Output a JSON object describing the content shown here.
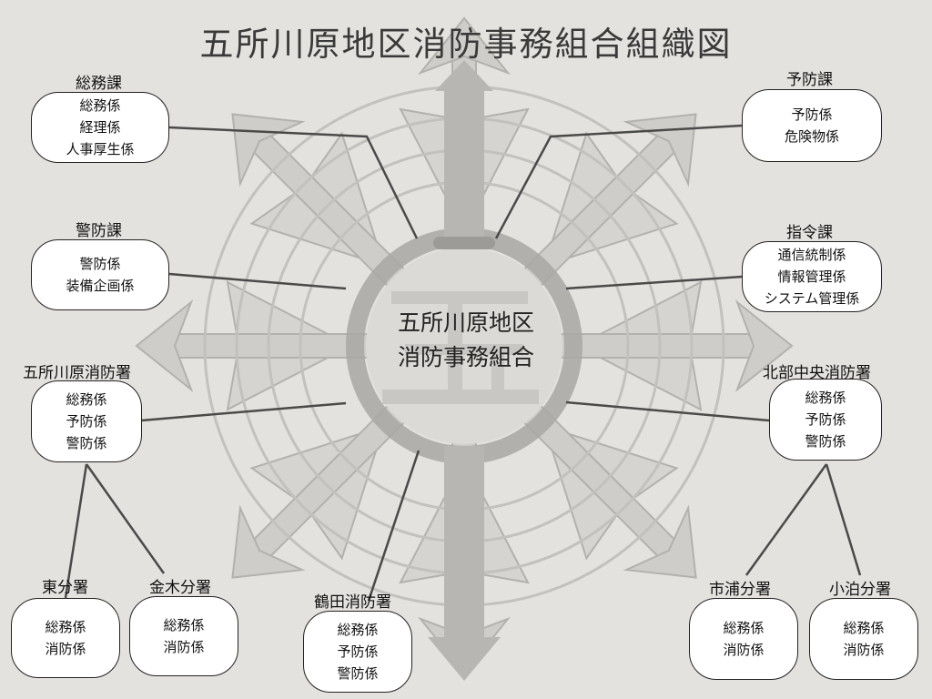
{
  "title": "五所川原地区消防事務組合組織図",
  "center": {
    "line1": "五所川原地区",
    "line2": "消防事務組合"
  },
  "colors": {
    "background": "#e4e2de",
    "emblem": "#a9a7a3",
    "line": "#4a4a4a",
    "box": "#ffffff"
  },
  "units": [
    {
      "id": "soumu",
      "name": "総務課",
      "items": [
        "総務係",
        "経理係",
        "人事厚生係"
      ]
    },
    {
      "id": "keibou",
      "name": "警防課",
      "items": [
        "警防係",
        "装備企画係"
      ]
    },
    {
      "id": "goshogawara",
      "name": "五所川原消防署",
      "items": [
        "総務係",
        "予防係",
        "警防係"
      ]
    },
    {
      "id": "higashi",
      "name": "東分署",
      "items": [
        "総務係",
        "消防係"
      ]
    },
    {
      "id": "kanagi",
      "name": "金木分署",
      "items": [
        "総務係",
        "消防係"
      ]
    },
    {
      "id": "tsuruta",
      "name": "鶴田消防署",
      "items": [
        "総務係",
        "予防係",
        "警防係"
      ]
    },
    {
      "id": "yobou",
      "name": "予防課",
      "items": [
        "予防係",
        "危険物係"
      ]
    },
    {
      "id": "shirei",
      "name": "指令課",
      "items": [
        "通信統制係",
        "情報管理係",
        "システム管理係"
      ]
    },
    {
      "id": "hokubu",
      "name": "北部中央消防署",
      "items": [
        "総務係",
        "予防係",
        "警防係"
      ]
    },
    {
      "id": "ichiura",
      "name": "市浦分署",
      "items": [
        "総務係",
        "消防係"
      ]
    },
    {
      "id": "kodomari",
      "name": "小泊分署",
      "items": [
        "総務係",
        "消防係"
      ]
    }
  ]
}
